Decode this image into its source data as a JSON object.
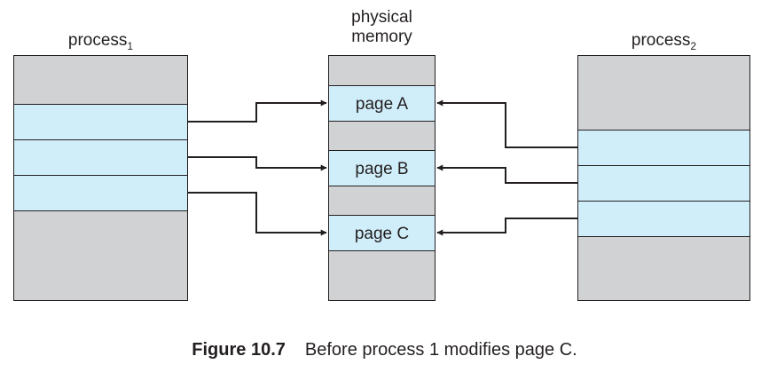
{
  "process1": {
    "label": "process",
    "subscript": "1"
  },
  "process2": {
    "label": "process",
    "subscript": "2"
  },
  "physical_memory": {
    "label_line1": "physical",
    "label_line2": "memory",
    "pages": [
      "page A",
      "page B",
      "page C"
    ]
  },
  "colors": {
    "memory_gray": "#d1d2d4",
    "page_blue": "#d0eefa",
    "outline": "#231f20"
  },
  "caption": {
    "figure_number": "Figure 10.7",
    "text": "Before process 1 modifies page C."
  }
}
